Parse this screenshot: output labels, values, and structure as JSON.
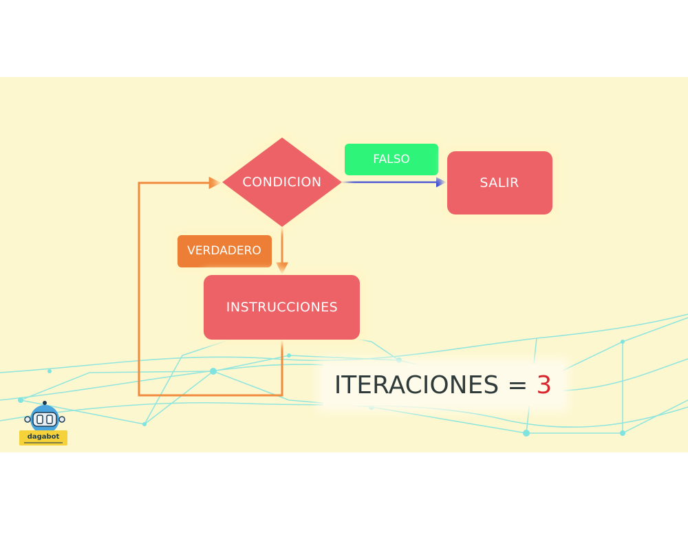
{
  "nodes": {
    "condition": "CONDICION",
    "exit": "SALIR",
    "instructions": "INSTRUCCIONES"
  },
  "edge_labels": {
    "false": "FALSO",
    "true": "VERDADERO"
  },
  "counter": {
    "label": "ITERACIONES",
    "equals": "=",
    "value": "3"
  },
  "logo": {
    "brand": "dagabot"
  },
  "colors": {
    "background": "#fdf7cf",
    "node": "#ec6267",
    "false_label": "#2ef57a",
    "true_label": "#ec7e35",
    "loop_line": "#f08a3c",
    "false_arrow": "#2b3bd6",
    "counter_value": "#d7262e",
    "network": "#7fe3e0"
  }
}
